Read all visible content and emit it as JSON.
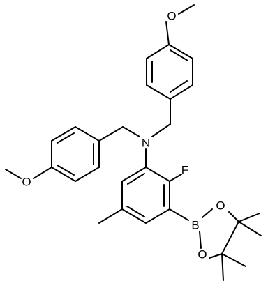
{
  "molecule": {
    "atoms": {
      "O_top": "O",
      "N": "N",
      "F": "F",
      "O_left": "O",
      "B": "B",
      "O_ring_top": "O",
      "O_ring_bottom": "O"
    }
  }
}
